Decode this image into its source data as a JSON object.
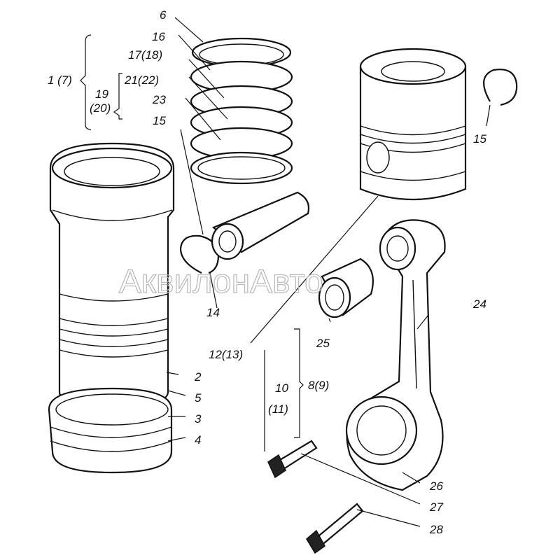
{
  "watermark": "АквилонАвто",
  "labels": {
    "l6": "6",
    "l16": "16",
    "l17_18": "17(18)",
    "l1_7": "1 (7)",
    "l21_22": "21(22)",
    "l19": "19",
    "l20": "(20)",
    "l23": "23",
    "l15a": "15",
    "l15b": "15",
    "l14": "14",
    "l12_13": "12(13)",
    "l25": "25",
    "l24": "24",
    "l2": "2",
    "l5": "5",
    "l3": "3",
    "l4": "4",
    "l10": "10",
    "l11": "(11)",
    "l8_9": "8(9)",
    "l26": "26",
    "l27": "27",
    "l28": "28"
  }
}
